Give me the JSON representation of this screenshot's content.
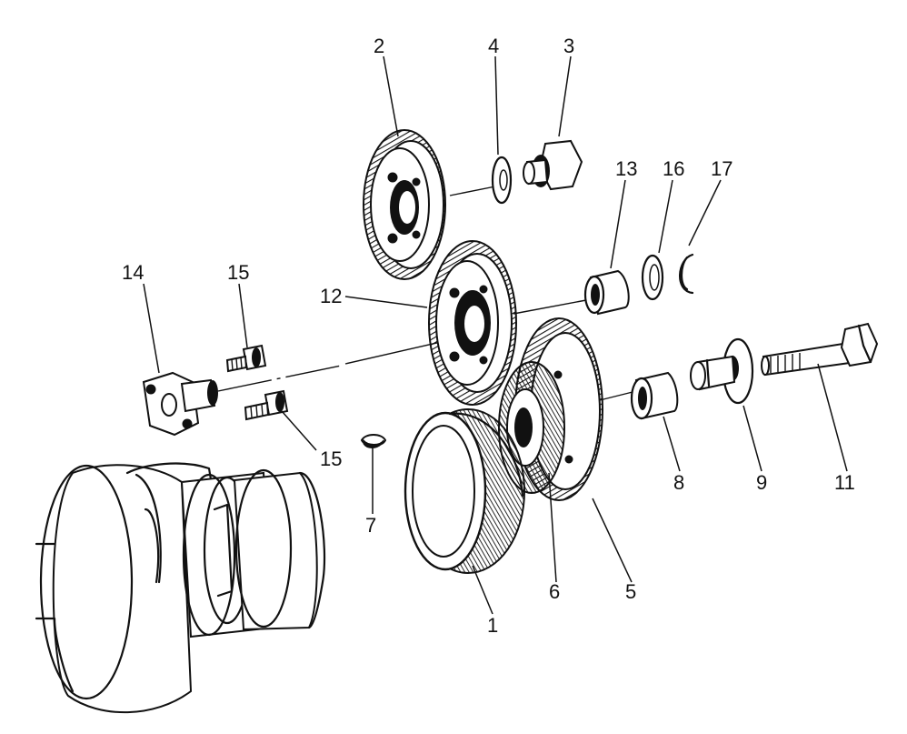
{
  "diagram": {
    "callouts": {
      "c1": "1",
      "c2": "2",
      "c3": "3",
      "c4": "4",
      "c5": "5",
      "c6": "6",
      "c7": "7",
      "c8": "8",
      "c9": "9",
      "c11": "11",
      "c12": "12",
      "c13": "13",
      "c14": "14",
      "c15a": "15",
      "c15b": "15",
      "c16": "16",
      "c17": "17"
    }
  }
}
